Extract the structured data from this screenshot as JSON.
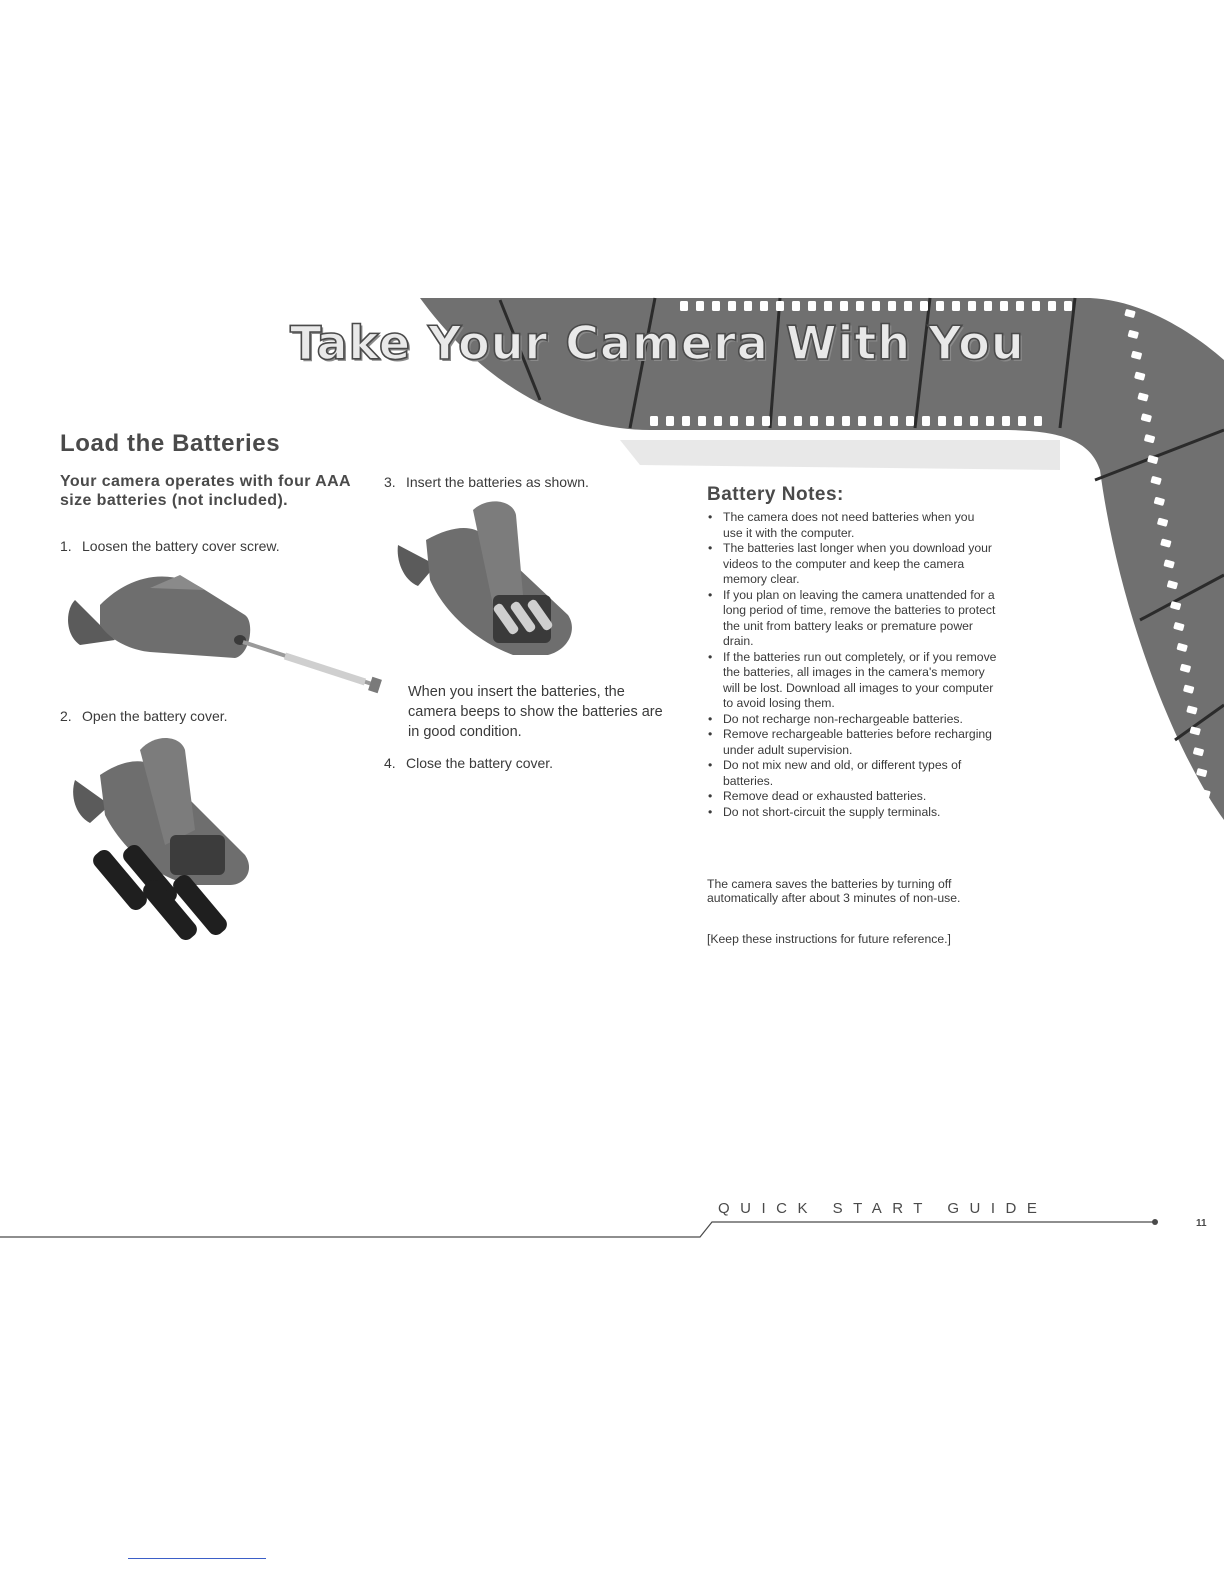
{
  "banner": {
    "title": "Take Your Camera With You"
  },
  "section": {
    "heading": "Load the Batteries",
    "intro": "Your camera operates with four AAA size batteries (not included).",
    "steps": [
      {
        "num": "1.",
        "text": "Loosen the battery cover screw."
      },
      {
        "num": "2.",
        "text": "Open the battery cover."
      },
      {
        "num": "3.",
        "text": "Insert the batteries as shown."
      },
      {
        "num": "4.",
        "text": "Close the battery cover."
      }
    ],
    "insert_note": "When you insert the batteries, the camera beeps to show the batteries are in good condition."
  },
  "notes": {
    "heading": "Battery Notes:",
    "items": [
      "The camera does not need batteries when you use it with the computer.",
      "The batteries last longer when you download your videos to the computer and keep the camera memory clear.",
      "If you plan on leaving the camera unattended for a long period of time, remove the batteries to protect the unit from battery leaks or premature power drain.",
      "If the batteries run out completely, or if you remove the batteries, all images in the camera's memory will be lost. Download all images to your computer to avoid losing them.",
      "Do not recharge non-rechargeable batteries.",
      "Remove rechargeable batteries before recharging under adult supervision.",
      "Do not mix new and old, or different types of batteries.",
      "Remove dead or exhausted batteries.",
      "Do not short-circuit the supply terminals."
    ],
    "auto_off": "The camera saves the batteries by turning off automatically after about 3 minutes of non-use.",
    "keep": "[Keep these instructions for future reference.]"
  },
  "footer": {
    "label": "QUICK START GUIDE",
    "page": "11"
  },
  "colors": {
    "film": "#6f6f6f",
    "film_dark": "#2a2a2a",
    "text": "#3a3a3a",
    "heading": "#4a4a4a",
    "link_rule": "#3b5fc8"
  }
}
